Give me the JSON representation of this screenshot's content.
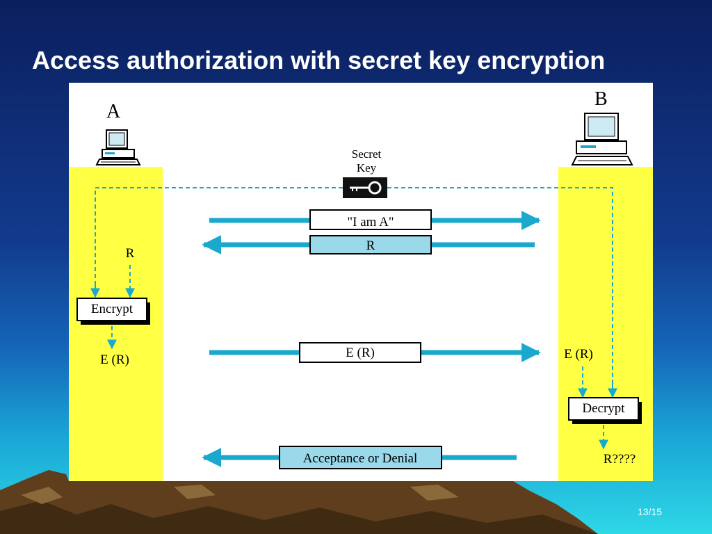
{
  "slide": {
    "title": "Access authorization with secret key encryption",
    "page_number": "13/15"
  },
  "diagram": {
    "party_a": "A",
    "party_b": "B",
    "secret_key_line1": "Secret",
    "secret_key_line2": "Key",
    "msg_i_am_a": "\"I am A\"",
    "msg_r": "R",
    "a_r_label": "R",
    "encrypt_label": "Encrypt",
    "a_er_label": "E (R)",
    "msg_er": "E (R)",
    "b_er_label": "E (R)",
    "decrypt_label": "Decrypt",
    "b_result_label": "R????",
    "msg_acceptance": "Acceptance or Denial"
  },
  "colors": {
    "arrow": "#1aa8cc",
    "side_panel": "#ffff44",
    "highlight_box": "#99d9ea",
    "background_top": "#0b1f5e"
  }
}
